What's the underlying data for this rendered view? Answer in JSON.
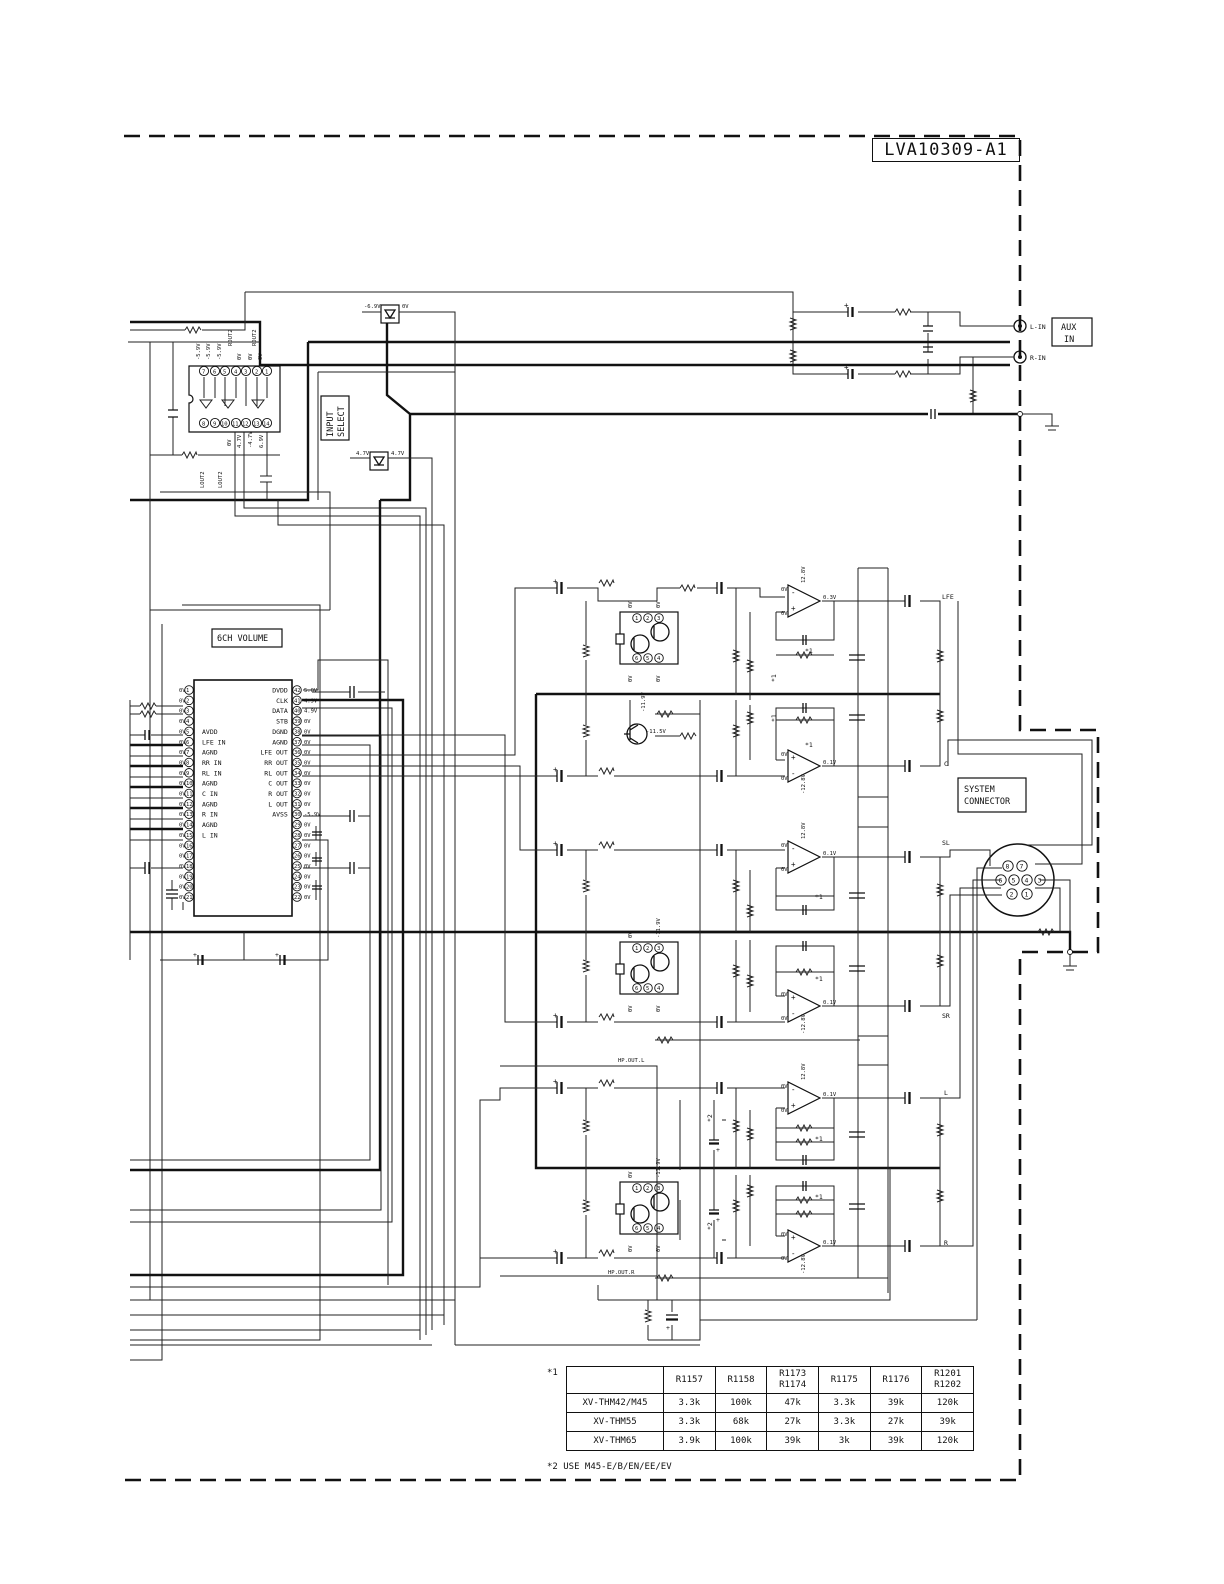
{
  "board_id": "LVA10309-A1",
  "blocks": {
    "input_select": [
      "INPUT",
      "SELECT"
    ],
    "volume": "6CH VOLUME",
    "aux_in": [
      "AUX",
      "IN"
    ],
    "system_connector": [
      "SYSTEM",
      "CONNECTOR"
    ]
  },
  "jacks": {
    "l_in": "L-IN",
    "r_in": "R-IN"
  },
  "channels": {
    "lfe": "LFE",
    "c": "C",
    "sl": "SL",
    "sr": "SR",
    "l": "L",
    "r": "R"
  },
  "hp_labels": {
    "hp_out_l": "HP.OUT.L",
    "hp_out_r": "HP.OUT.R"
  },
  "volume_ic": {
    "left_labels": [
      "AVDD",
      "LFE IN",
      "AGND",
      "RR IN",
      "RL IN",
      "AGND",
      "C IN",
      "AGND",
      "R IN",
      "AGND",
      "L IN"
    ],
    "right_labels": [
      "DVDD",
      "CLK",
      "DATA",
      "STB",
      "DGND",
      "AGND",
      "LFE OUT",
      "RR OUT",
      "RL OUT",
      "C OUT",
      "R OUT",
      "L OUT",
      "AVSS"
    ]
  },
  "voltages": {
    "zero": "0V",
    "p4_7": "4.7V",
    "m4_7": "-4.7V",
    "m6_9": "-6.9V",
    "p6_9": "6.9V",
    "p4_9": "4.9V",
    "p5_0": "5.0V",
    "m5_9": "-5.9V",
    "p12_8": "12.8V",
    "m12_8": "-12.8V",
    "m11_9": "-11.9V",
    "m11_5": "-11.5V",
    "p0_1": "0.1V",
    "p0_3": "0.3V"
  },
  "select_ic": {
    "top_pins": [
      "7",
      "6",
      "5",
      "4",
      "3",
      "2",
      "1"
    ],
    "bottom_pins": [
      "8",
      "9",
      "10",
      "11",
      "12",
      "13",
      "14"
    ],
    "tags": [
      "ROUT2",
      "ROUT2",
      "LOUT2",
      "LOUT2"
    ]
  },
  "notes": {
    "star1": "*1",
    "star2": "*2",
    "footnote1_marker": "*1",
    "footnote2": "*2  USE M45-E/B/EN/EE/EV"
  },
  "parts_table": {
    "headers": [
      "",
      "R1157",
      "R1158",
      "R1173\nR1174",
      "R1175",
      "R1176",
      "R1201\nR1202"
    ],
    "rows": [
      [
        "XV-THM42/M45",
        "3.3k",
        "100k",
        "47k",
        "3.3k",
        "39k",
        "120k"
      ],
      [
        "XV-THM55",
        "3.3k",
        "68k",
        "27k",
        "3.3k",
        "27k",
        "39k"
      ],
      [
        "XV-THM65",
        "3.9k",
        "100k",
        "39k",
        "3k",
        "39k",
        "120k"
      ]
    ]
  }
}
